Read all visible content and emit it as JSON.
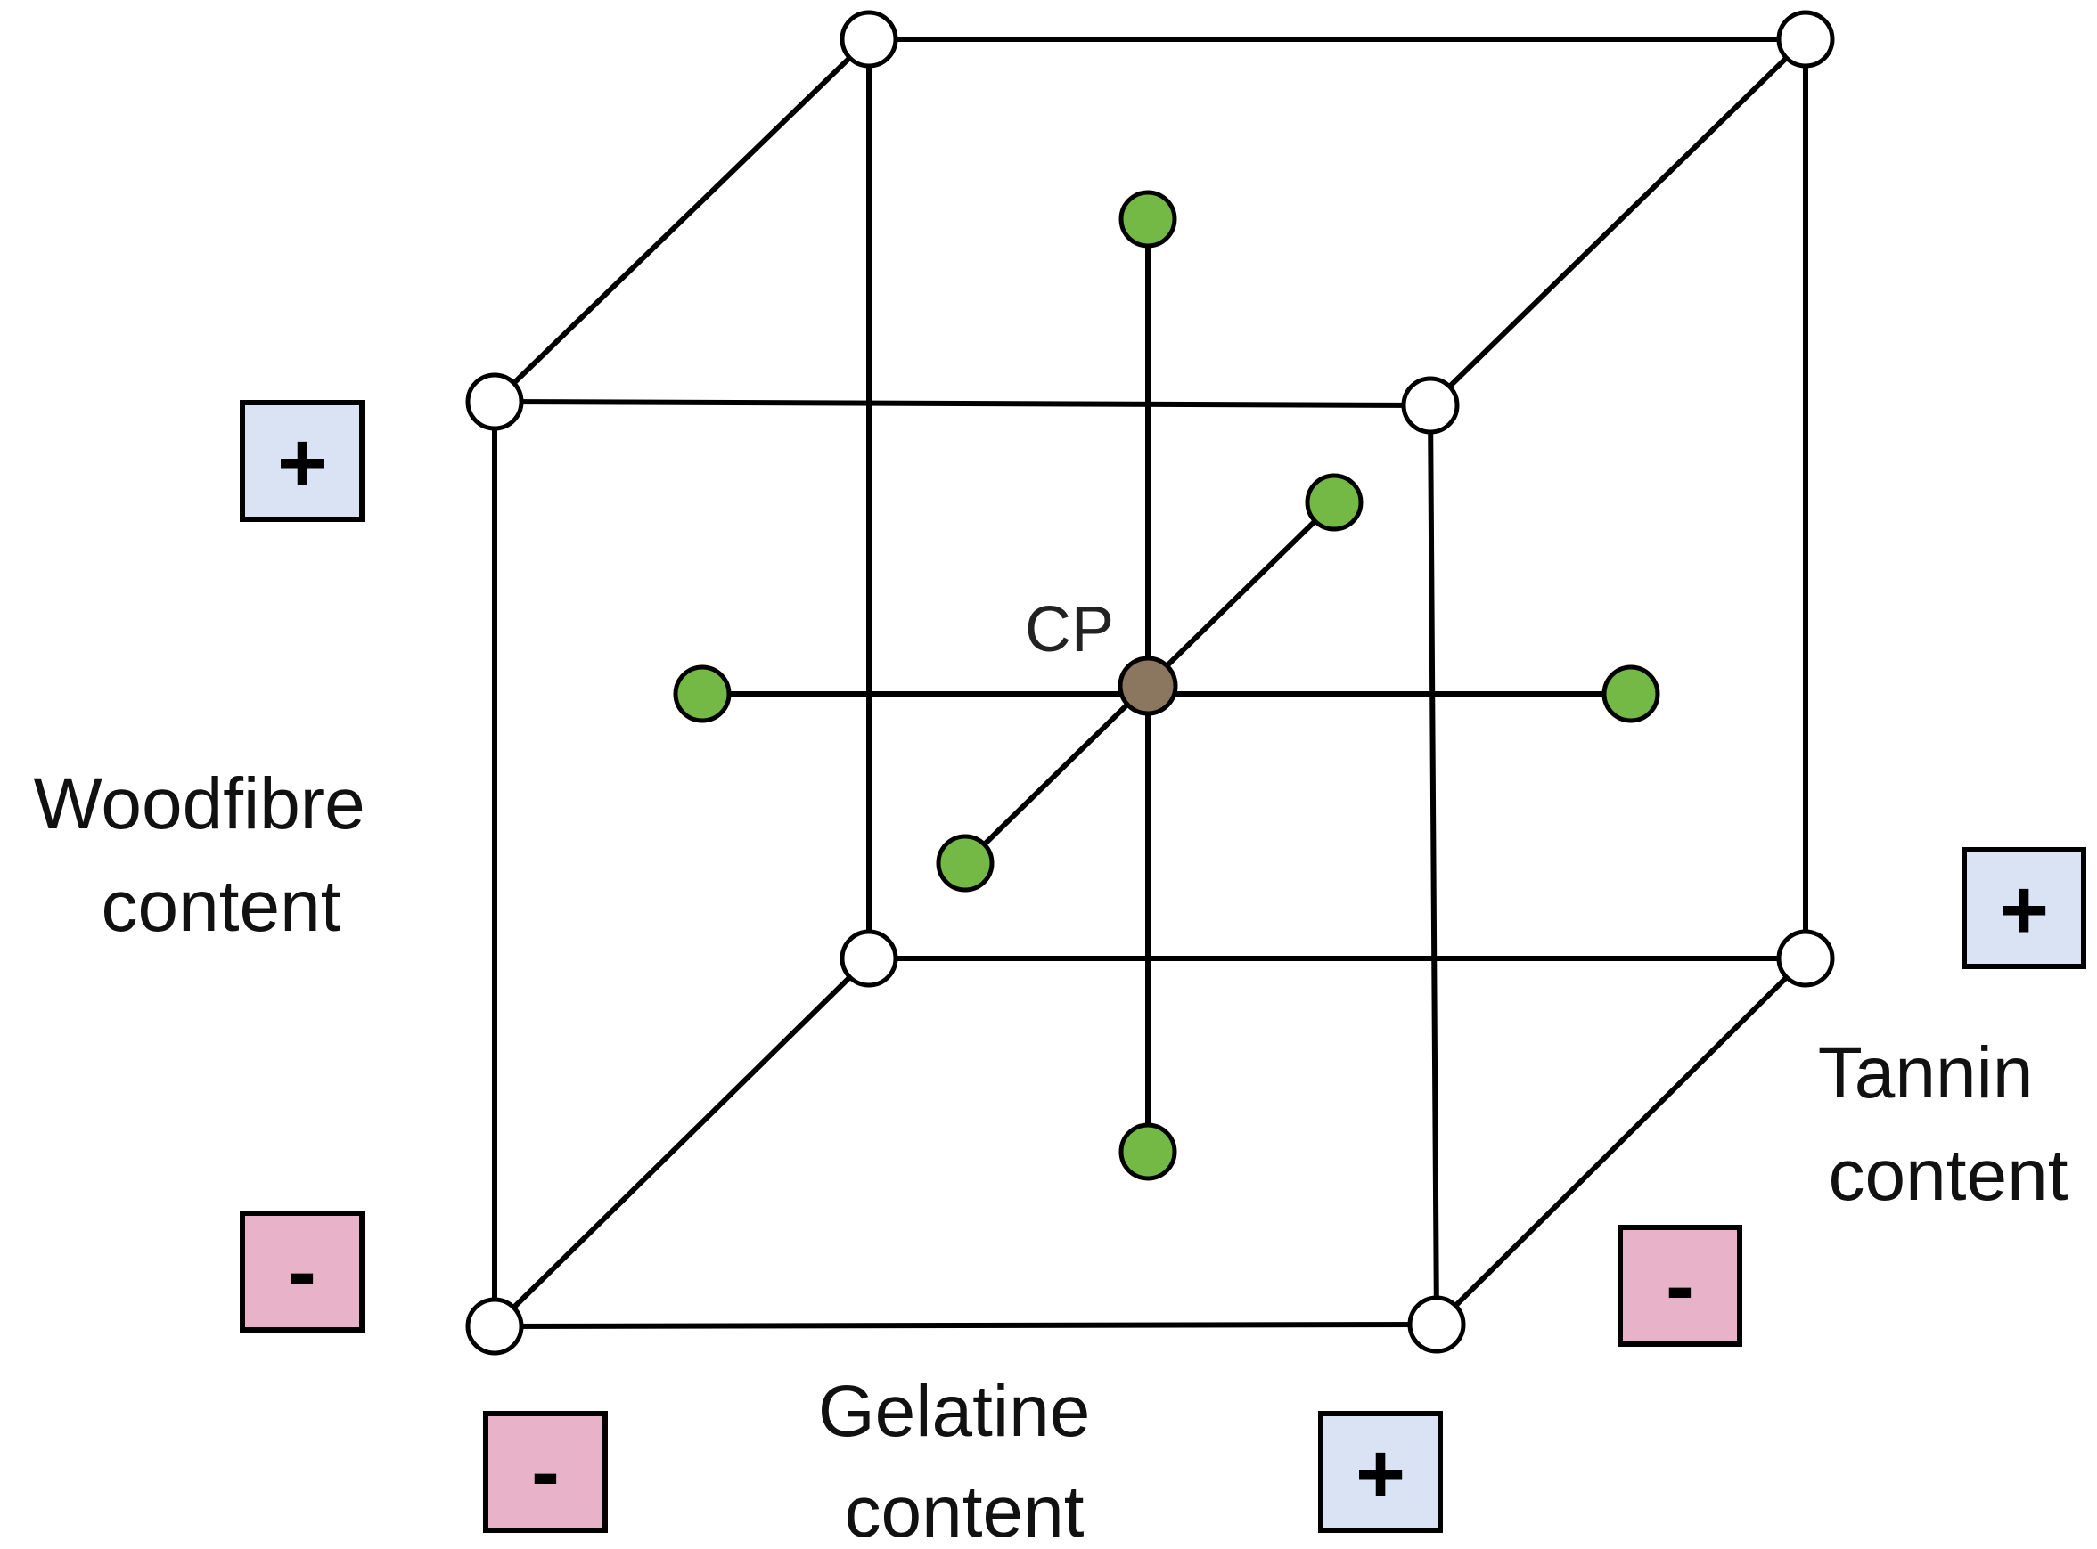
{
  "colors": {
    "line": "#000000",
    "corner_fill": "#ffffff",
    "star_point_fill": "#74b845",
    "center_point_fill": "#8b7660",
    "plus_box_fill": "#dae3f3",
    "minus_box_fill": "#e8b2c8"
  },
  "center_point": {
    "label": "CP"
  },
  "axes": {
    "woodfibre": {
      "label_lines": [
        "Woodfibre",
        "content"
      ],
      "high_sign": "+",
      "low_sign": "-"
    },
    "gelatine": {
      "label_lines": [
        "Gelatine",
        "content"
      ],
      "high_sign": "+",
      "low_sign": "-"
    },
    "tannin": {
      "label_lines": [
        "Tannin",
        "content"
      ],
      "high_sign": "+",
      "low_sign": "-"
    }
  },
  "icons": {
    "corner_point": "white-circle",
    "star_point": "green-circle",
    "center_point": "brown-circle",
    "high_level": "plus-sign-box",
    "low_level": "minus-sign-box"
  }
}
